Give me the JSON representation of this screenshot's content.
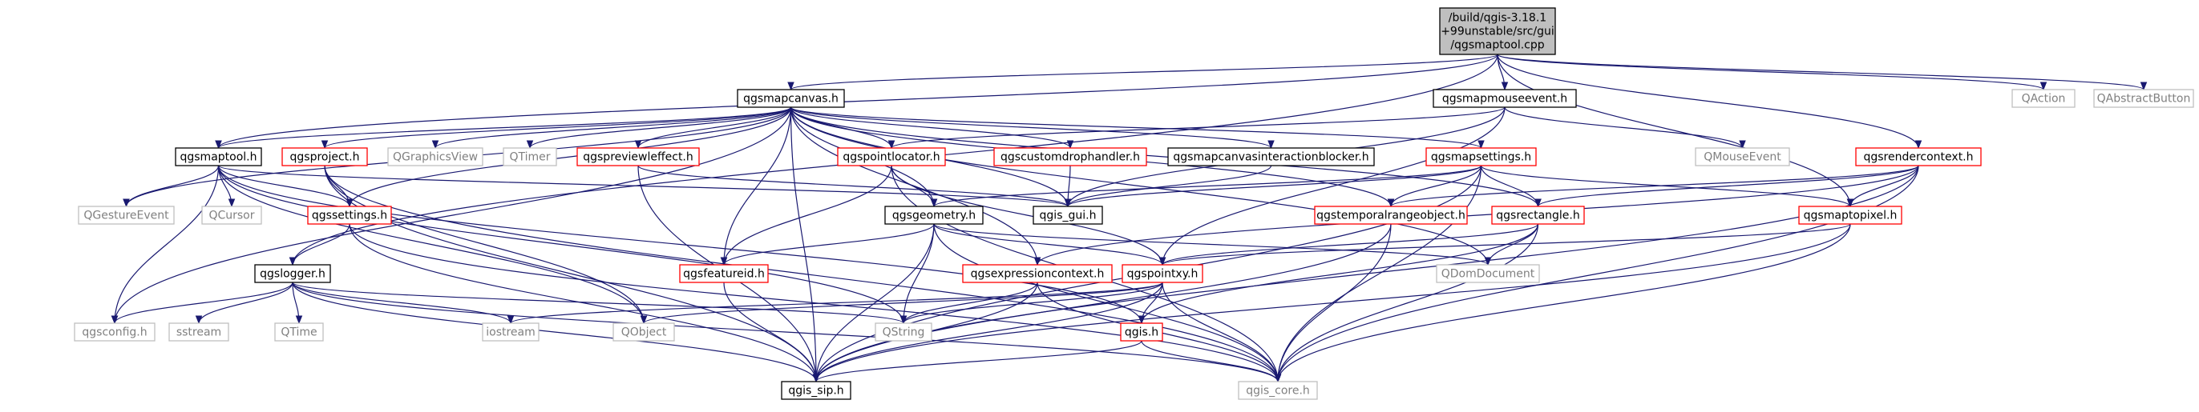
{
  "diagram": {
    "nodes": [
      {
        "id": "root",
        "lines": [
          "/build/qgis-3.18.1",
          "+99unstable/src/gui",
          "/qgsmaptool.cpp"
        ],
        "style": "root"
      },
      {
        "id": "qgsmapcanvas",
        "lines": [
          "qgsmapcanvas.h"
        ],
        "style": "black"
      },
      {
        "id": "qgsmapmouseevent",
        "lines": [
          "qgsmapmouseevent.h"
        ],
        "style": "black"
      },
      {
        "id": "QAction",
        "lines": [
          "QAction"
        ],
        "style": "gray"
      },
      {
        "id": "QAbstractButton",
        "lines": [
          "QAbstractButton"
        ],
        "style": "gray"
      },
      {
        "id": "qgsmaptool",
        "lines": [
          "qgsmaptool.h"
        ],
        "style": "black"
      },
      {
        "id": "qgsproject",
        "lines": [
          "qgsproject.h"
        ],
        "style": "red"
      },
      {
        "id": "QGraphicsView",
        "lines": [
          "QGraphicsView"
        ],
        "style": "gray"
      },
      {
        "id": "QTimer",
        "lines": [
          "QTimer"
        ],
        "style": "gray"
      },
      {
        "id": "qgspreviewleffect",
        "lines": [
          "qgspreviewleffect.h"
        ],
        "style": "red"
      },
      {
        "id": "qgspointlocator",
        "lines": [
          "qgspointlocator.h"
        ],
        "style": "red"
      },
      {
        "id": "qgscustomdrophandler",
        "lines": [
          "qgscustomdrophandler.h"
        ],
        "style": "red"
      },
      {
        "id": "qgsmapcanvasinteractionblocker",
        "lines": [
          "qgsmapcanvasinteractionblocker.h"
        ],
        "style": "black"
      },
      {
        "id": "qgsmapsettings",
        "lines": [
          "qgsmapsettings.h"
        ],
        "style": "red"
      },
      {
        "id": "QMouseEvent",
        "lines": [
          "QMouseEvent"
        ],
        "style": "gray"
      },
      {
        "id": "qgsrendercontext",
        "lines": [
          "qgsrendercontext.h"
        ],
        "style": "red"
      },
      {
        "id": "QGestureEvent",
        "lines": [
          "QGestureEvent"
        ],
        "style": "gray"
      },
      {
        "id": "QCursor",
        "lines": [
          "QCursor"
        ],
        "style": "gray"
      },
      {
        "id": "qgssettings",
        "lines": [
          "qgssettings.h"
        ],
        "style": "red"
      },
      {
        "id": "qgis_gui",
        "lines": [
          "qgis_gui.h"
        ],
        "style": "black"
      },
      {
        "id": "qgsgeometry",
        "lines": [
          "qgsgeometry.h"
        ],
        "style": "black"
      },
      {
        "id": "qgstemporalrangeobject",
        "lines": [
          "qgstemporalrangeobject.h"
        ],
        "style": "red"
      },
      {
        "id": "qgsrectangle",
        "lines": [
          "qgsrectangle.h"
        ],
        "style": "red"
      },
      {
        "id": "qgsmaptopixel",
        "lines": [
          "qgsmaptopixel.h"
        ],
        "style": "red"
      },
      {
        "id": "qgslogger",
        "lines": [
          "qgslogger.h"
        ],
        "style": "black"
      },
      {
        "id": "qgsfeatureid",
        "lines": [
          "qgsfeatureid.h"
        ],
        "style": "red"
      },
      {
        "id": "qgsexpressioncontext",
        "lines": [
          "qgsexpressioncontext.h"
        ],
        "style": "red"
      },
      {
        "id": "qgspointxy",
        "lines": [
          "qgspointxy.h"
        ],
        "style": "red"
      },
      {
        "id": "QDomDocument",
        "lines": [
          "QDomDocument"
        ],
        "style": "gray"
      },
      {
        "id": "qgsconfig",
        "lines": [
          "qgsconfig.h"
        ],
        "style": "gray"
      },
      {
        "id": "sstream",
        "lines": [
          "sstream"
        ],
        "style": "gray"
      },
      {
        "id": "QTime",
        "lines": [
          "QTime"
        ],
        "style": "gray"
      },
      {
        "id": "iostream",
        "lines": [
          "iostream"
        ],
        "style": "gray"
      },
      {
        "id": "QObject",
        "lines": [
          "QObject"
        ],
        "style": "gray"
      },
      {
        "id": "QString",
        "lines": [
          "QString"
        ],
        "style": "gray"
      },
      {
        "id": "qgis",
        "lines": [
          "qgis.h"
        ],
        "style": "red"
      },
      {
        "id": "qgis_sip",
        "lines": [
          "qgis_sip.h"
        ],
        "style": "black"
      },
      {
        "id": "qgis_core",
        "lines": [
          "qgis_core.h"
        ],
        "style": "gray"
      }
    ],
    "edges": [
      [
        "root",
        "qgsmapcanvas"
      ],
      [
        "root",
        "qgsmapmouseevent"
      ],
      [
        "root",
        "QAction"
      ],
      [
        "root",
        "QAbstractButton"
      ],
      [
        "root",
        "qgsmaptool"
      ],
      [
        "root",
        "qgslogger"
      ],
      [
        "root",
        "qgsrendercontext"
      ],
      [
        "root",
        "qgsmaptopixel"
      ],
      [
        "qgsmapcanvas",
        "qgsmaptool"
      ],
      [
        "qgsmapcanvas",
        "qgsproject"
      ],
      [
        "qgsmapcanvas",
        "QGraphicsView"
      ],
      [
        "qgsmapcanvas",
        "QTimer"
      ],
      [
        "qgsmapcanvas",
        "qgspreviewleffect"
      ],
      [
        "qgsmapcanvas",
        "qgspointlocator"
      ],
      [
        "qgsmapcanvas",
        "qgscustomdrophandler"
      ],
      [
        "qgsmapcanvas",
        "qgsmapcanvasinteractionblocker"
      ],
      [
        "qgsmapcanvas",
        "qgsmapsettings"
      ],
      [
        "qgsmapcanvas",
        "QGestureEvent"
      ],
      [
        "qgsmapcanvas",
        "qgsconfig"
      ],
      [
        "qgsmapcanvas",
        "qgis_sip"
      ],
      [
        "qgsmapcanvas",
        "qgis_gui"
      ],
      [
        "qgsmapcanvas",
        "qgsgeometry"
      ],
      [
        "qgsmapcanvas",
        "qgsfeatureid"
      ],
      [
        "qgsmapcanvas",
        "qgsexpressioncontext"
      ],
      [
        "qgsmapcanvas",
        "qgsrectangle"
      ],
      [
        "qgsmapcanvas",
        "QDomDocument"
      ],
      [
        "qgsmapcanvas",
        "qgstemporalrangeobject"
      ],
      [
        "qgsmapcanvas",
        "qgssettings"
      ],
      [
        "qgsmapmouseevent",
        "qgspointlocator"
      ],
      [
        "qgsmapmouseevent",
        "QMouseEvent"
      ],
      [
        "qgsmapmouseevent",
        "qgis_gui"
      ],
      [
        "qgsmapmouseevent",
        "qgspointxy"
      ],
      [
        "qgsmaptool",
        "QGestureEvent"
      ],
      [
        "qgsmaptool",
        "QCursor"
      ],
      [
        "qgsmaptool",
        "qgsconfig"
      ],
      [
        "qgsmaptool",
        "qgis_gui"
      ],
      [
        "qgsmaptool",
        "QObject"
      ],
      [
        "qgsmaptool",
        "QString"
      ],
      [
        "qgsmaptool",
        "qgis"
      ],
      [
        "qgsmaptool",
        "qgssettings"
      ],
      [
        "qgsproject",
        "qgssettings"
      ],
      [
        "qgsproject",
        "QObject"
      ],
      [
        "qgsproject",
        "qgis_sip"
      ],
      [
        "qgsproject",
        "qgis_core"
      ],
      [
        "qgspreviewleffect",
        "qgis_sip"
      ],
      [
        "qgspreviewleffect",
        "qgis_gui"
      ],
      [
        "qgspointlocator",
        "qgsgeometry"
      ],
      [
        "qgspointlocator",
        "qgsfeatureid"
      ],
      [
        "qgspointlocator",
        "qgspointxy"
      ],
      [
        "qgspointlocator",
        "qgis_core"
      ],
      [
        "qgscustomdrophandler",
        "qgis_gui"
      ],
      [
        "qgsmapcanvasinteractionblocker",
        "qgis_gui"
      ],
      [
        "qgsmapsettings",
        "qgis_gui"
      ],
      [
        "qgsmapsettings",
        "qgsgeometry"
      ],
      [
        "qgsmapsettings",
        "qgstemporalrangeobject"
      ],
      [
        "qgsmapsettings",
        "qgsrectangle"
      ],
      [
        "qgsmapsettings",
        "qgsmaptopixel"
      ],
      [
        "qgsmapsettings",
        "qgis_sip"
      ],
      [
        "qgsmapsettings",
        "qgis_core"
      ],
      [
        "qgsrendercontext",
        "qgstemporalrangeobject"
      ],
      [
        "qgsrendercontext",
        "qgsrectangle"
      ],
      [
        "qgsrendercontext",
        "qgsmaptopixel"
      ],
      [
        "qgsrendercontext",
        "qgsexpressioncontext"
      ],
      [
        "qgsrendercontext",
        "qgis_sip"
      ],
      [
        "qgsrendercontext",
        "qgis_core"
      ],
      [
        "qgssettings",
        "qgslogger"
      ],
      [
        "qgssettings",
        "qgis_sip"
      ],
      [
        "qgssettings",
        "qgis_core"
      ],
      [
        "qgsgeometry",
        "qgsfeatureid"
      ],
      [
        "qgsgeometry",
        "qgspointxy"
      ],
      [
        "qgsgeometry",
        "QString"
      ],
      [
        "qgsgeometry",
        "qgis_sip"
      ],
      [
        "qgsgeometry",
        "qgis_core"
      ],
      [
        "qgsgeometry",
        "QDomDocument"
      ],
      [
        "qgstemporalrangeobject",
        "qgis_core"
      ],
      [
        "qgstemporalrangeobject",
        "qgis_sip"
      ],
      [
        "qgsrectangle",
        "qgspointxy"
      ],
      [
        "qgsrectangle",
        "QDomDocument"
      ],
      [
        "qgsrectangle",
        "qgis"
      ],
      [
        "qgsrectangle",
        "qgis_core"
      ],
      [
        "qgsmaptopixel",
        "qgspointxy"
      ],
      [
        "qgsmaptopixel",
        "qgis_sip"
      ],
      [
        "qgsmaptopixel",
        "qgis_core"
      ],
      [
        "qgslogger",
        "qgsconfig"
      ],
      [
        "qgslogger",
        "sstream"
      ],
      [
        "qgslogger",
        "QTime"
      ],
      [
        "qgslogger",
        "iostream"
      ],
      [
        "qgslogger",
        "QString"
      ],
      [
        "qgslogger",
        "qgis_sip"
      ],
      [
        "qgslogger",
        "qgis_core"
      ],
      [
        "qgsfeatureid",
        "qgis_sip"
      ],
      [
        "qgsexpressioncontext",
        "QString"
      ],
      [
        "qgsexpressioncontext",
        "qgis_sip"
      ],
      [
        "qgsexpressioncontext",
        "qgis_core"
      ],
      [
        "qgspointxy",
        "qgis"
      ],
      [
        "qgspointxy",
        "QString"
      ],
      [
        "qgspointxy",
        "QObject"
      ],
      [
        "qgspointxy",
        "iostream"
      ],
      [
        "qgspointxy",
        "qgis_core"
      ],
      [
        "qgspointxy",
        "qgis_sip"
      ],
      [
        "qgis",
        "qgis_sip"
      ],
      [
        "qgis",
        "qgis_core"
      ]
    ]
  },
  "colors": {
    "edge": "#191970",
    "root_fill": "#bfbfbf",
    "black_border": "#000000",
    "red_border": "#ff0000",
    "gray_border": "#bfbfbf",
    "gray_text": "#808080"
  }
}
